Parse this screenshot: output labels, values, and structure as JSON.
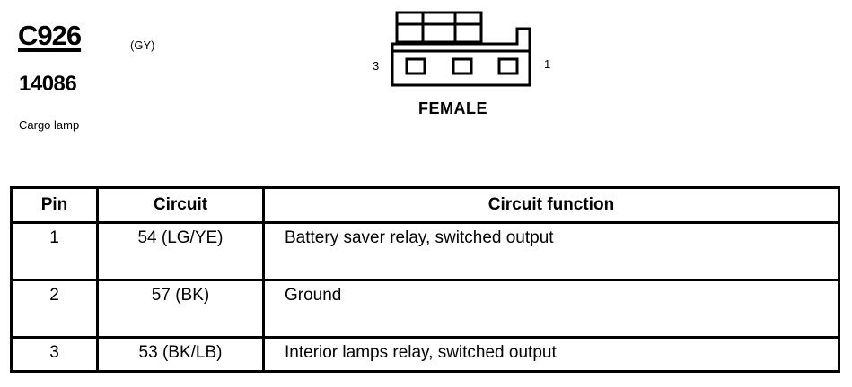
{
  "connector": {
    "id": "C926",
    "color_code": "(GY)",
    "part_number": "14086",
    "description": "Cargo lamp"
  },
  "diagram": {
    "pin_left": "3",
    "pin_right": "1",
    "gender": "FEMALE"
  },
  "table": {
    "headers": {
      "pin": "Pin",
      "circuit": "Circuit",
      "function": "Circuit function"
    },
    "rows": [
      {
        "pin": "1",
        "circuit": "54 (LG/YE)",
        "function": "Battery saver relay, switched output"
      },
      {
        "pin": "2",
        "circuit": "57 (BK)",
        "function": "Ground"
      },
      {
        "pin": "3",
        "circuit": "53 (BK/LB)",
        "function": "Interior lamps relay, switched output"
      }
    ]
  }
}
